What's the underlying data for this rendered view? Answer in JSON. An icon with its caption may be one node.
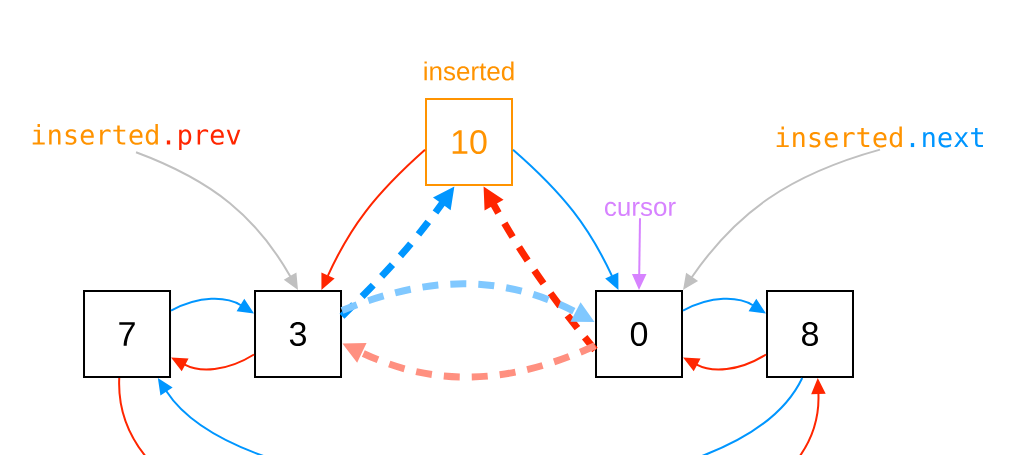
{
  "diagram": {
    "nodes": [
      {
        "text": [
          "inserted",
          "10"
        ]
      },
      {
        "text": [
          "7"
        ]
      },
      {
        "text": [
          "3"
        ]
      },
      {
        "text": [
          "0"
        ]
      },
      {
        "text": [
          "8"
        ]
      },
      {
        "text": [
          "inserted",
          ".prev"
        ]
      },
      {
        "text": [
          "inserted",
          ".next"
        ]
      },
      {
        "text": [
          "cursor"
        ]
      }
    ],
    "edges": [
      {
        "from": 1,
        "to": 2,
        "arrow": "to",
        "color": "#0096ff"
      },
      {
        "from": 2,
        "to": 1,
        "arrow": "to",
        "color": "#ff2600"
      },
      {
        "from": 3,
        "to": 4,
        "arrow": "to",
        "color": "#0096ff"
      },
      {
        "from": 4,
        "to": 3,
        "arrow": "to",
        "color": "#ff2600"
      },
      {
        "from": 0,
        "to": 2,
        "arrow": "to",
        "color": "#ff2600"
      },
      {
        "from": 0,
        "to": 3,
        "arrow": "to",
        "color": "#0096ff"
      },
      {
        "from": 2,
        "to": 0,
        "arrow": "to",
        "style": "dashed",
        "color": "#0096ff"
      },
      {
        "from": 3,
        "to": 0,
        "arrow": "to",
        "style": "dashed",
        "color": "#ff2600"
      },
      {
        "from": 2,
        "to": 3,
        "arrow": "to",
        "style": "dashed",
        "color": "#80c8ff"
      },
      {
        "from": 3,
        "to": 2,
        "arrow": "to",
        "style": "dashed",
        "color": "#ff9080"
      },
      {
        "from": 1,
        "to": 4,
        "arrow": "to",
        "color": "#ff2600"
      },
      {
        "from": 4,
        "to": 1,
        "arrow": "to",
        "color": "#0096ff"
      },
      {
        "from": 5,
        "to": 2,
        "arrow": "to",
        "color": "#c0c0c0"
      },
      {
        "from": 6,
        "to": 3,
        "arrow": "to",
        "color": "#c0c0c0"
      },
      {
        "from": 7,
        "to": 3,
        "arrow": "to",
        "color": "#d783ff"
      }
    ]
  }
}
